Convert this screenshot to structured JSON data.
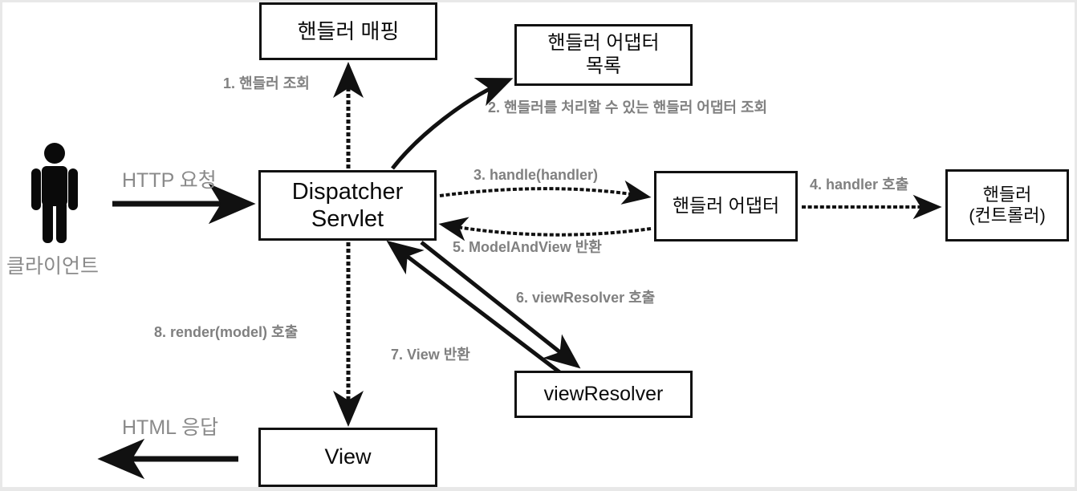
{
  "diagram": {
    "title": "Spring MVC DispatcherServlet request flow",
    "accent_color": "#111111",
    "label_color": "#808080",
    "background": "#ffffff"
  },
  "nodes": {
    "handler_mapping": "핸들러 매핑",
    "handler_adapter_list": "핸들러 어댑터\n목록",
    "dispatcher_servlet": "Dispatcher\nServlet",
    "handler_adapter": "핸들러 어댑터",
    "handler_controller": "핸들러\n(컨트롤러)",
    "view_resolver": "viewResolver",
    "view": "View"
  },
  "actor": {
    "icon": "person-icon",
    "label": "클라이언트"
  },
  "edge_labels": {
    "step1": "1. 핸들러 조회",
    "step2": "2. 핸들러를 처리할 수 있는 핸들러 어댑터 조회",
    "step3": "3. handle(handler)",
    "step4": "4. handler 호출",
    "step5": "5. ModelAndView 반환",
    "step6": "6. viewResolver 호출",
    "step7": "7. View 반환",
    "step8": "8. render(model) 호출",
    "http_request": "HTTP 요청",
    "http_response": "HTML 응답"
  }
}
